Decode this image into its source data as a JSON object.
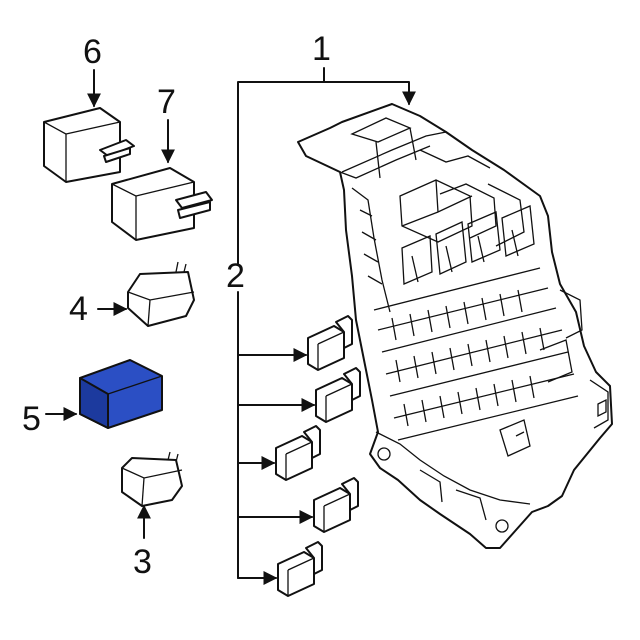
{
  "callouts": {
    "c1": "1",
    "c2": "2",
    "c3": "3",
    "c4": "4",
    "c5": "5",
    "c6": "6",
    "c7": "7"
  },
  "colors": {
    "highlight": "#2b4fc4",
    "highlight_dark": "#1c3a9e",
    "line": "#111111"
  }
}
